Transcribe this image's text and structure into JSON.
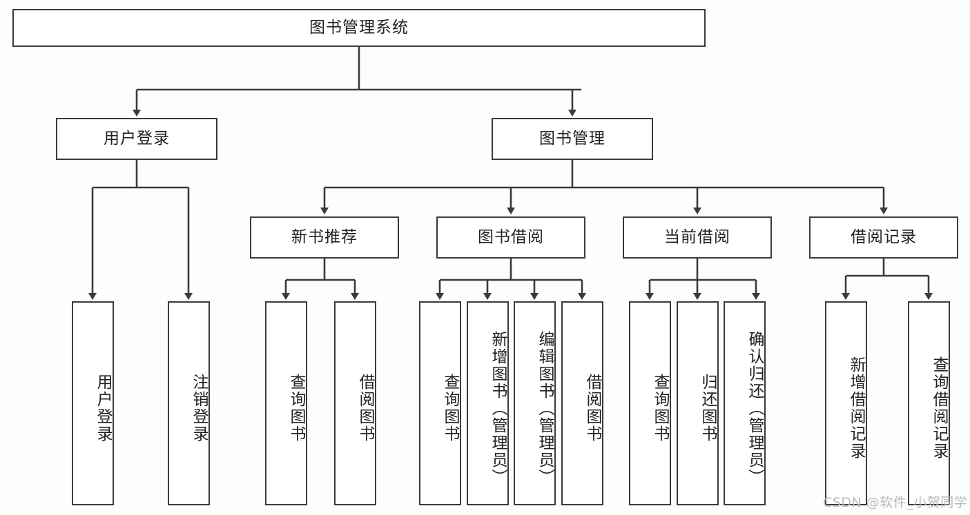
{
  "diagram": {
    "title": "图书管理系统",
    "type": "tree-hierarchy",
    "root": {
      "label": "图书管理系统"
    },
    "level2": [
      {
        "label": "用户登录"
      },
      {
        "label": "图书管理"
      }
    ],
    "level3": [
      {
        "label": "新书推荐"
      },
      {
        "label": "图书借阅"
      },
      {
        "label": "当前借阅"
      },
      {
        "label": "借阅记录"
      }
    ],
    "leaves": {
      "user_login": [
        {
          "label": "用户登录"
        },
        {
          "label": "注销登录"
        }
      ],
      "new_book_recommend": [
        {
          "label": "查询图书"
        },
        {
          "label": "借阅图书"
        }
      ],
      "book_borrow": [
        {
          "label": "查询图书"
        },
        {
          "label": "新增图书（管理员）"
        },
        {
          "label": "编辑图书（管理员）"
        },
        {
          "label": "借阅图书"
        }
      ],
      "current_borrow": [
        {
          "label": "查询图书"
        },
        {
          "label": "归还图书"
        },
        {
          "label": "确认归还（管理员）"
        }
      ],
      "borrow_record": [
        {
          "label": "新增借阅记录"
        },
        {
          "label": "查询借阅记录"
        }
      ]
    }
  },
  "watermark": {
    "text": "CSDN @软件_小贺同学"
  },
  "colors": {
    "border": "#3a3a3a",
    "text": "#222222",
    "background": "#fdfdfd",
    "watermark": "#b9b9b9"
  }
}
